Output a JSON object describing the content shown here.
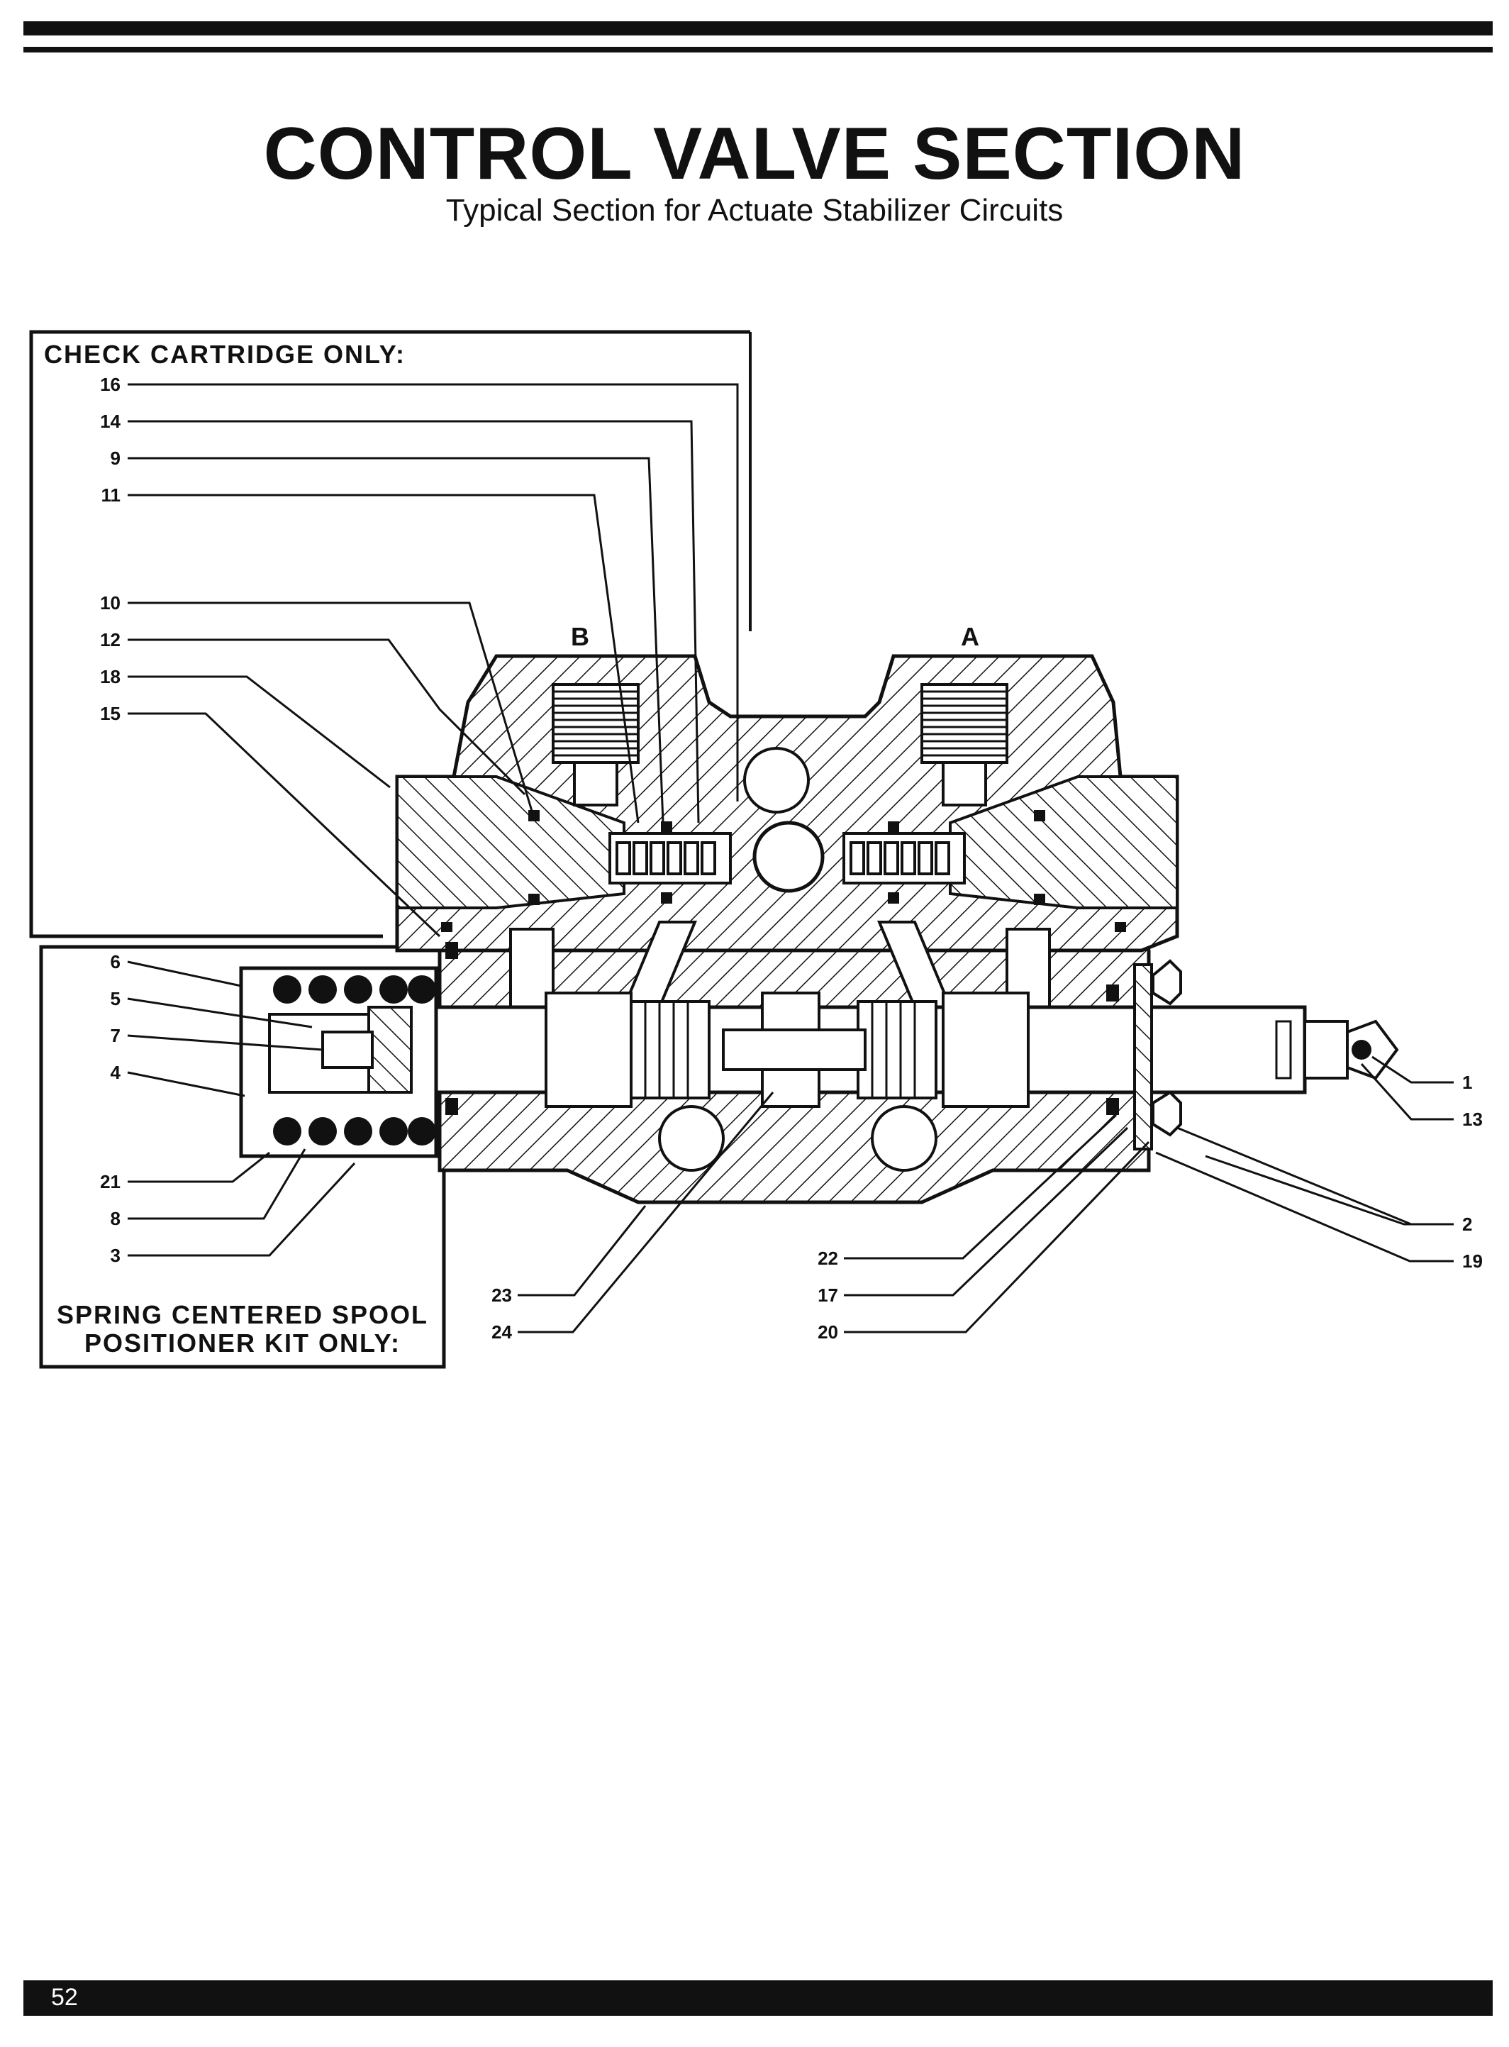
{
  "header": {
    "title": "CONTROL VALVE SECTION",
    "subtitle": "Typical Section for Actuate Stabilizer Circuits"
  },
  "diagram": {
    "check_box_title": "CHECK CARTRIDGE ONLY:",
    "spring_box_line1": "SPRING CENTERED SPOOL",
    "spring_box_line2": "POSITIONER KIT ONLY:",
    "port_b": "B",
    "port_a": "A",
    "callouts": {
      "c16": "16",
      "c14": "14",
      "c9": "9",
      "c11": "11",
      "c10": "10",
      "c12": "12",
      "c18": "18",
      "c15": "15",
      "c6": "6",
      "c5": "5",
      "c7": "7",
      "c4": "4",
      "c21": "21",
      "c8": "8",
      "c3": "3",
      "c23": "23",
      "c24": "24",
      "c22": "22",
      "c17": "17",
      "c20": "20",
      "c1": "1",
      "c13": "13",
      "c2": "2",
      "c19": "19"
    }
  },
  "footer": {
    "page_number": "52"
  }
}
